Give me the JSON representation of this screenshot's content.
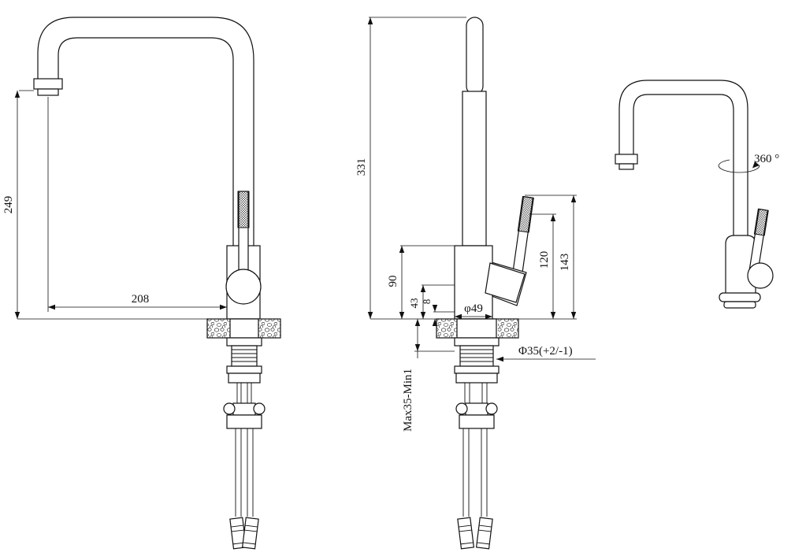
{
  "drawing": {
    "colors": {
      "line": "#111111",
      "background": "#ffffff"
    },
    "front_view": {
      "spout_height": "249",
      "spout_reach": "208"
    },
    "side_view": {
      "total_height": "331",
      "body_height": "90",
      "neck_height": "43",
      "base_plate": "8",
      "handle_height": "120",
      "lever_height": "143",
      "base_diameter": "φ49",
      "hole_diameter": "Φ35(+2/-1)",
      "mounting_range": "Max35-Min1"
    },
    "perspective_view": {
      "swivel": "360 °"
    }
  }
}
